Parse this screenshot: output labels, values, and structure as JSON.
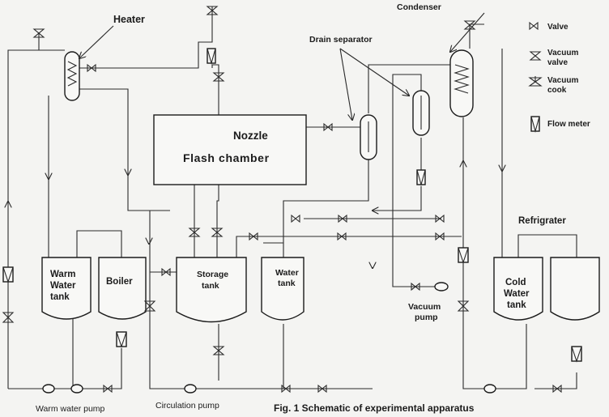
{
  "labels": {
    "heater": "Heater",
    "condenser": "Condenser",
    "drain_separator": "Drain separator",
    "nozzle": "Nozzle",
    "flash_chamber": "Flash chamber",
    "warm_water_tank": [
      "Warm",
      "Water",
      "tank"
    ],
    "boiler": "Boiler",
    "storage_tank": [
      "Storage",
      "tank"
    ],
    "water_tank": [
      "Water",
      "tank"
    ],
    "vacuum_pump": [
      "Vacuum",
      "pump"
    ],
    "refrigerator": "Refrigrater",
    "cold_water_tank": [
      "Cold",
      "Water",
      "tank"
    ],
    "warm_water_pump": "Warm water pump",
    "circulation_pump": "Circulation pump",
    "caption": "Fig. 1 Schematic of experimental apparatus"
  },
  "legend": {
    "valve": "Valve",
    "vacuum_valve": [
      "Vacuum",
      "valve"
    ],
    "vacuum_cook": [
      "Vacuum",
      "cook"
    ],
    "flow_meter": "Flow meter"
  }
}
